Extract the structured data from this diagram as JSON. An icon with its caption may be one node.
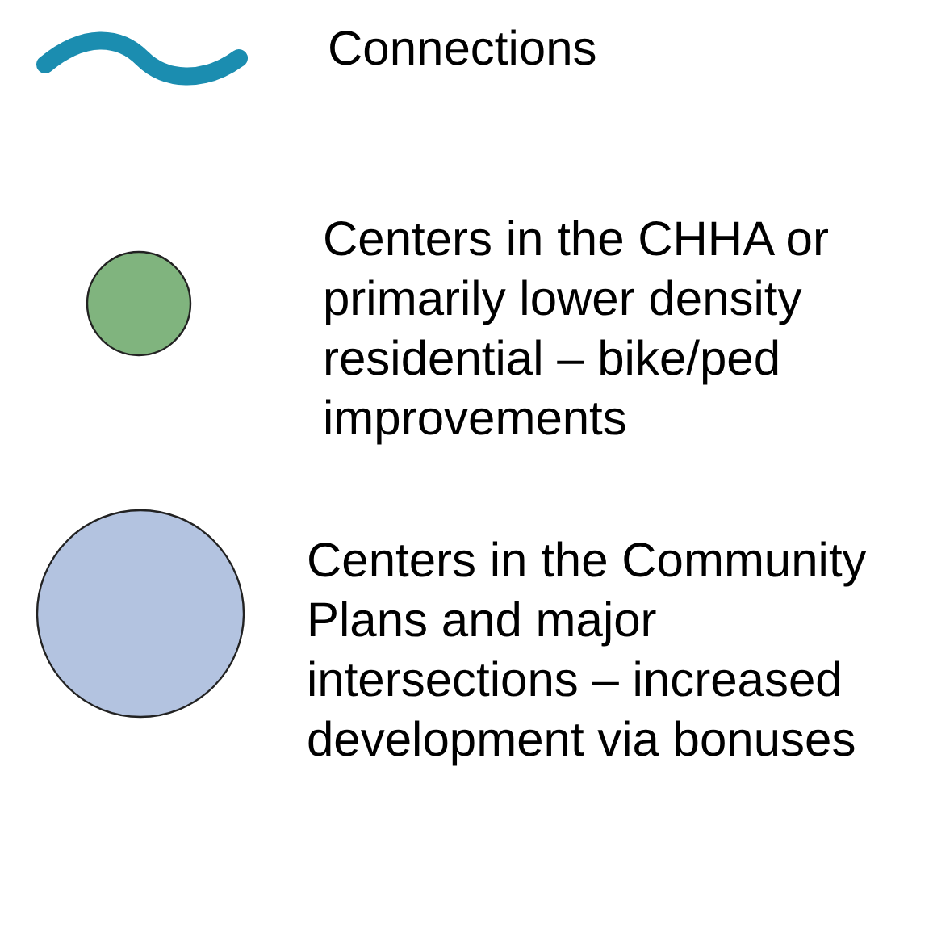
{
  "diagram": {
    "legend": [
      {
        "text": "Connections"
      },
      {
        "text": "Centers in the CHHA or primarily lower density residential – bike/ped improvements",
        "color": "#80b47e"
      },
      {
        "text": "Centers in the Community Plans and major intersections – increased development via bonuses",
        "color": "#b3c3e0"
      }
    ]
  }
}
